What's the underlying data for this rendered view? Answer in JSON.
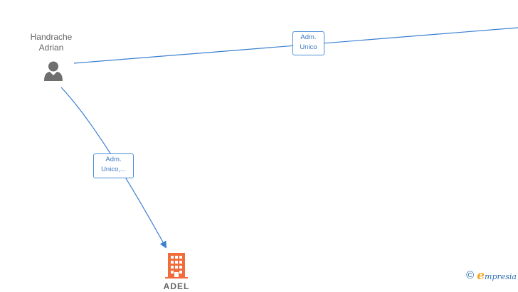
{
  "nodes": {
    "person": {
      "name_line1": "Handrache",
      "name_line2": "Adrian",
      "icon": "person-icon",
      "icon_color": "#6f6f6f"
    },
    "company": {
      "name_visible_fragment": "ADEL",
      "icon": "building-icon",
      "icon_color": "#f26b3a"
    }
  },
  "edges": [
    {
      "label_line1": "Adm.",
      "label_line2": "Unico",
      "target": "offscreen-right"
    },
    {
      "label_line1": "Adm.",
      "label_line2": "Unico,...",
      "target": "company"
    }
  ],
  "colors": {
    "edge": "#3a7fd0",
    "label_text": "#3a78c2",
    "node_text": "#666666"
  },
  "watermark": {
    "copyright": "©",
    "brand_initial": "e",
    "brand_rest": "mpresia",
    "brand_initial_color": "#f5a623",
    "brand_color": "#2c6fb0"
  }
}
